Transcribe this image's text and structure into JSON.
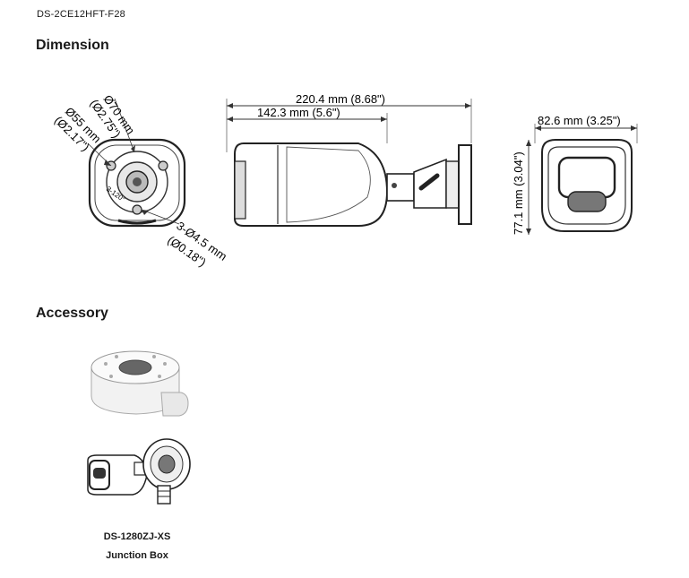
{
  "header": {
    "model": "DS-2CE12HFT-F28"
  },
  "sections": {
    "dimension": "Dimension",
    "accessory": "Accessory"
  },
  "front_view": {
    "dia_outer_mm": "Ø70 mm",
    "dia_outer_in": "(Ø2.75\")",
    "dia_inner_mm": "Ø55 mm",
    "dia_inner_in": "(Ø2.17\")",
    "angle": "3-120°",
    "holes_mm": "3-Ø4.5 mm",
    "holes_in": "(Ø0.18\")"
  },
  "side_view": {
    "total_length": "220.4 mm (8.68\")",
    "body_length": "142.3 mm (5.6\")"
  },
  "end_view": {
    "width": "82.6 mm (3.25\")",
    "height": "77.1 mm (3.04\")"
  },
  "accessory": {
    "model": "DS-1280ZJ-XS",
    "name": "Junction Box"
  }
}
